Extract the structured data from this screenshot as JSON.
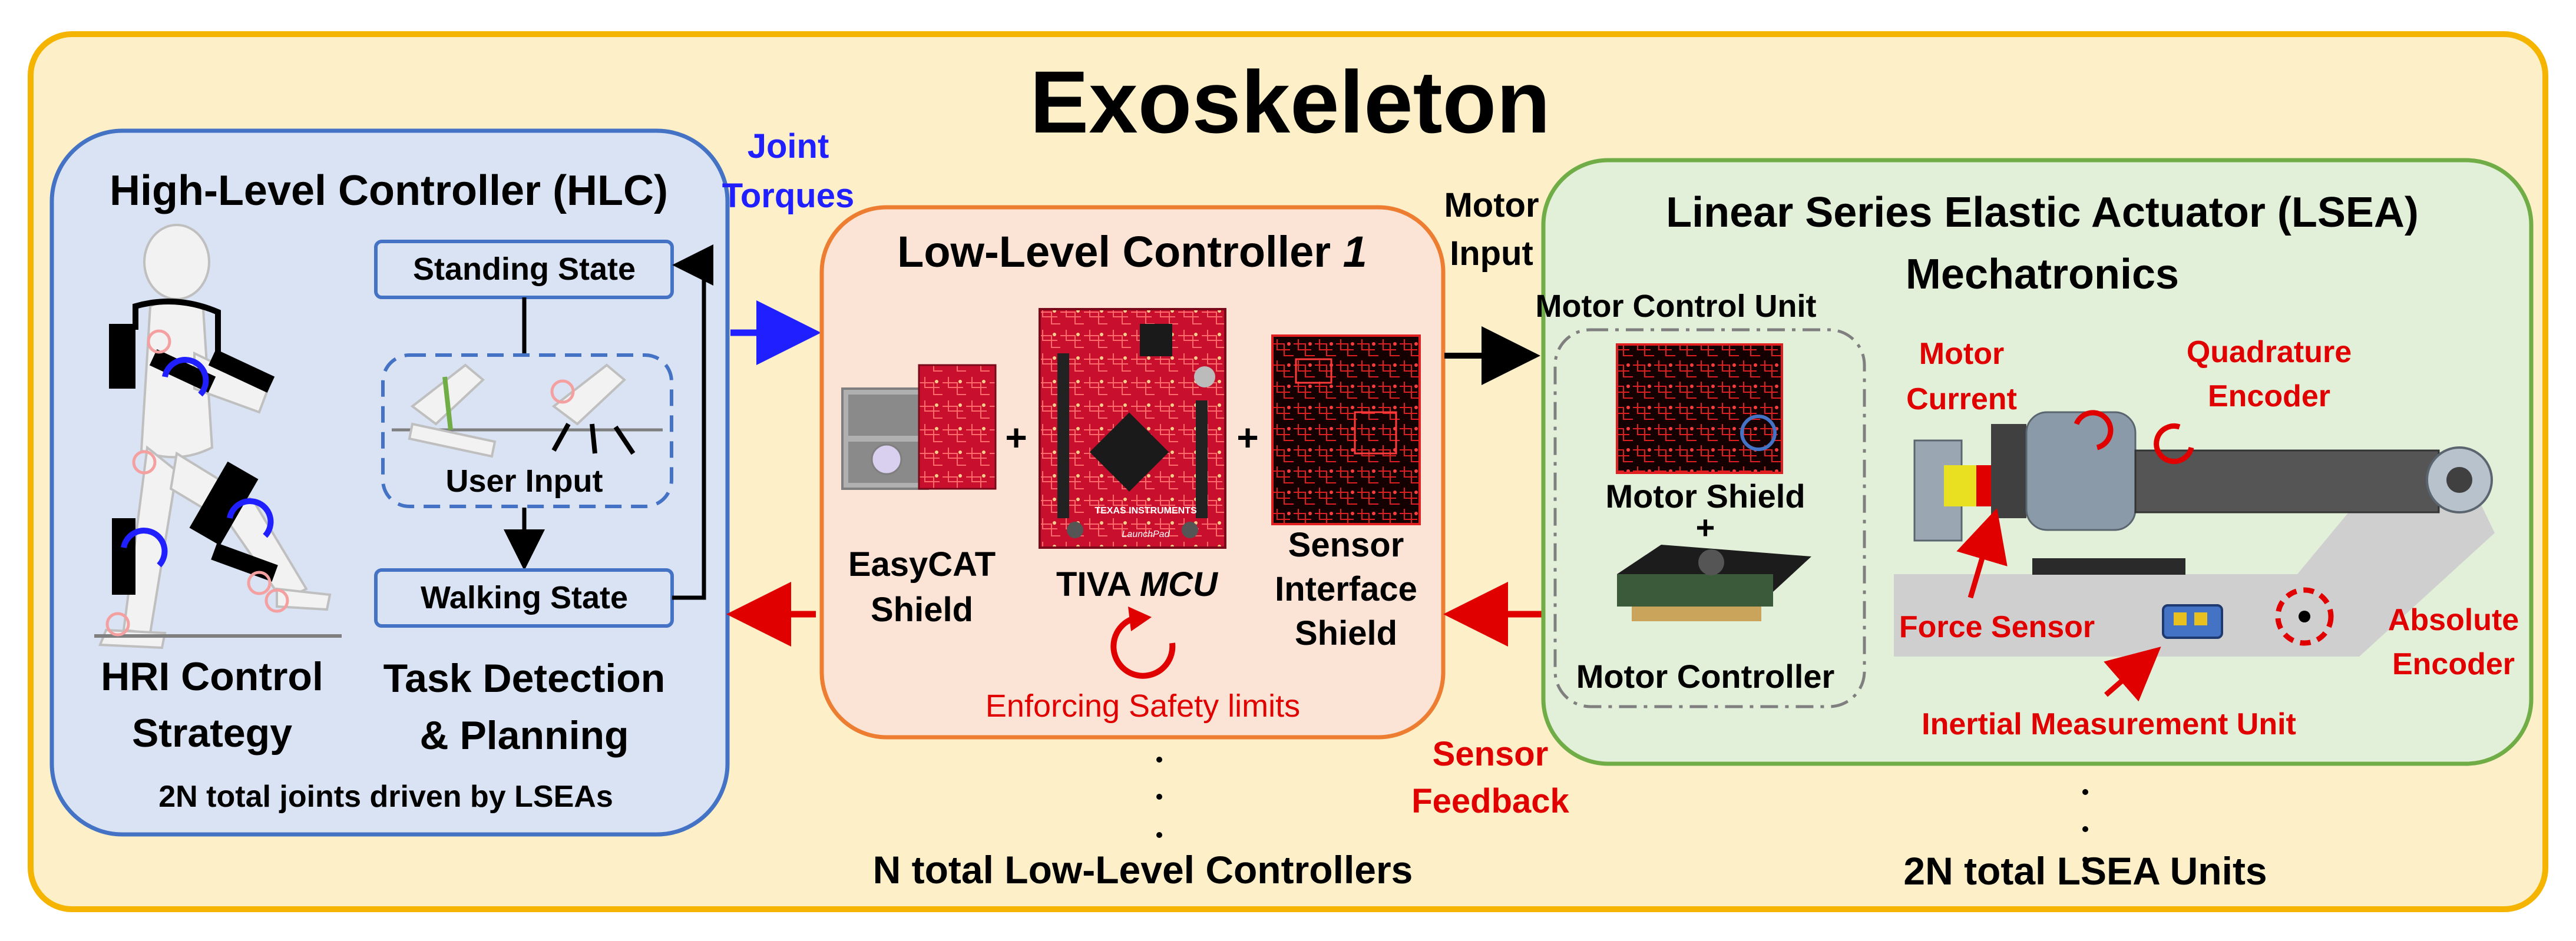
{
  "title": "Exoskeleton",
  "hlc": {
    "title": "High-Level Controller (HLC)",
    "standing_state": "Standing State",
    "user_input": "User Input",
    "walking_state": "Walking State",
    "strategy_line1": "HRI Control",
    "strategy_line2": "Strategy",
    "task_line1": "Task Detection",
    "task_line2": "& Planning",
    "joints_note": "2N total joints driven by LSEAs"
  },
  "joint_torques": {
    "line1": "Joint",
    "line2": "Torques"
  },
  "llc": {
    "title_text": "Low-Level Controller",
    "title_index": "1",
    "easycat_line1": "EasyCAT",
    "easycat_line2": "Shield",
    "tiva_label": "TIVA",
    "tiva_mcu": "MCU",
    "sensor_line1": "Sensor",
    "sensor_line2": "Interface",
    "sensor_line3": "Shield",
    "plus": "+",
    "safety": "Enforcing Safety limits",
    "board_brand": "TEXAS INSTRUMENTS",
    "board_sub": "LaunchPad",
    "total": "N total Low-Level Controllers"
  },
  "motor_input": {
    "line1": "Motor",
    "line2": "Input"
  },
  "sensor_feedback": {
    "line1": "Sensor",
    "line2": "Feedback"
  },
  "lsea": {
    "title_line1": "Linear Series Elastic Actuator (LSEA)",
    "title_line2": "Mechatronics",
    "mcu_title": "Motor Control Unit",
    "motor_shield": "Motor Shield",
    "plus": "+",
    "motor_controller": "Motor Controller",
    "motor_current_line1": "Motor",
    "motor_current_line2": "Current",
    "quad_line1": "Quadrature",
    "quad_line2": "Encoder",
    "force_sensor": "Force Sensor",
    "abs_line1": "Absolute",
    "abs_line2": "Encoder",
    "imu": "Inertial Measurement Unit",
    "total": "2N total LSEA Units"
  },
  "colors": {
    "outer_bg": "#fdf0c9",
    "outer_border": "#f4b400",
    "hlc_bg": "#dae3f3",
    "hlc_border": "#4472c4",
    "llc_bg": "#fbe4d5",
    "llc_border": "#ed7d31",
    "lsea_bg": "#e2efd9",
    "lsea_border": "#70ad47",
    "blue_text": "#1f1fff",
    "red_text": "#e00000",
    "pcb_red": "#c8102e"
  }
}
